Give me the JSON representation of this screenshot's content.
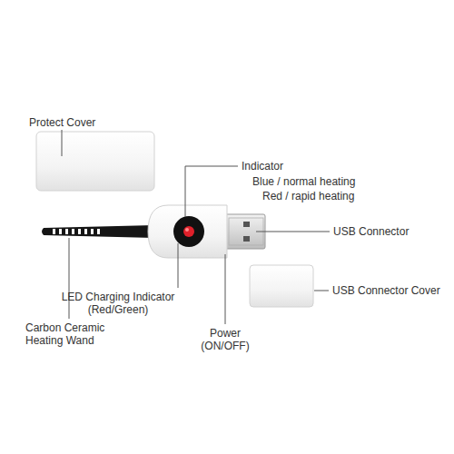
{
  "diagram": {
    "labels": [
      "Protect Cover",
      "Indicator",
      "Blue / normal heating",
      "Red / rapid heating",
      "USB Connector",
      "USB Connector Cover",
      "LED Charging Indicator (Red/Green)",
      "Carbon Ceramic Heating Wand",
      "Power (ON/OFF)"
    ]
  }
}
